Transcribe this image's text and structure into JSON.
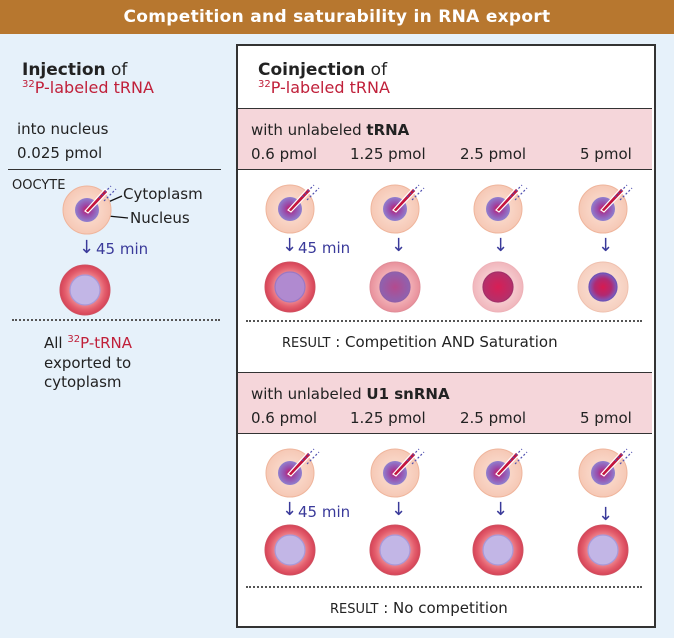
{
  "title": "Competition and saturability in RNA export",
  "left_panel": {
    "heading_bold": "Injection",
    "heading_rest": " of",
    "label_sup": "32",
    "label_text": "P-labeled tRNA",
    "into": "into nucleus",
    "amount": "0.025 pmol",
    "oocyte": "OOCYTE",
    "cytoplasm": "Cytoplasm",
    "nucleus": "Nucleus",
    "time": "45 min",
    "result_line1_pre": "All ",
    "result_sup": "32",
    "result_red": "P-tRNA",
    "result_line2": "exported to",
    "result_line3": "cytoplasm"
  },
  "right_panel": {
    "heading_bold": "Coinjection",
    "heading_rest": " of",
    "label_sup": "32",
    "label_text": "P-labeled tRNA",
    "section1": {
      "title_pre": "with unlabeled ",
      "title_bold": "tRNA",
      "amounts": [
        "0.6 pmol",
        "1.25 pmol",
        "2.5 pmol",
        "5 pmol"
      ],
      "time": "45 min",
      "result_label": "RESULT",
      "result_text": ": Competition AND Saturation"
    },
    "section2": {
      "title_pre": "with unlabeled ",
      "title_bold": "U1 snRNA",
      "amounts": [
        "0.6 pmol",
        "1.25 pmol",
        "2.5 pmol",
        "5 pmol"
      ],
      "time": "45 min",
      "result_label": "RESULT",
      "result_text": ": No competition"
    }
  },
  "colors": {
    "banner": "#b7772f",
    "left_bg": "#e6f1fa",
    "pink_band": "#f5d6da",
    "label_red": "#c0203a",
    "arrow_blue": "#3a3a9a",
    "oocyte_outer": "#f7d3c3",
    "nucleus": "#8f72c6"
  }
}
